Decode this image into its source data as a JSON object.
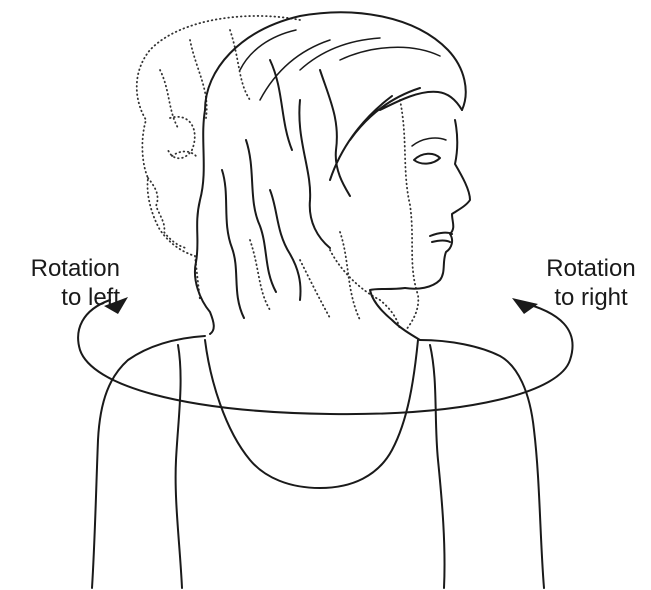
{
  "labels": {
    "rotation_left": {
      "line1": "Rotation",
      "line2": "to left"
    },
    "rotation_right": {
      "line1": "Rotation",
      "line2": "to right"
    }
  },
  "colors": {
    "ink": "#1a1a1a",
    "background": "#ffffff"
  }
}
